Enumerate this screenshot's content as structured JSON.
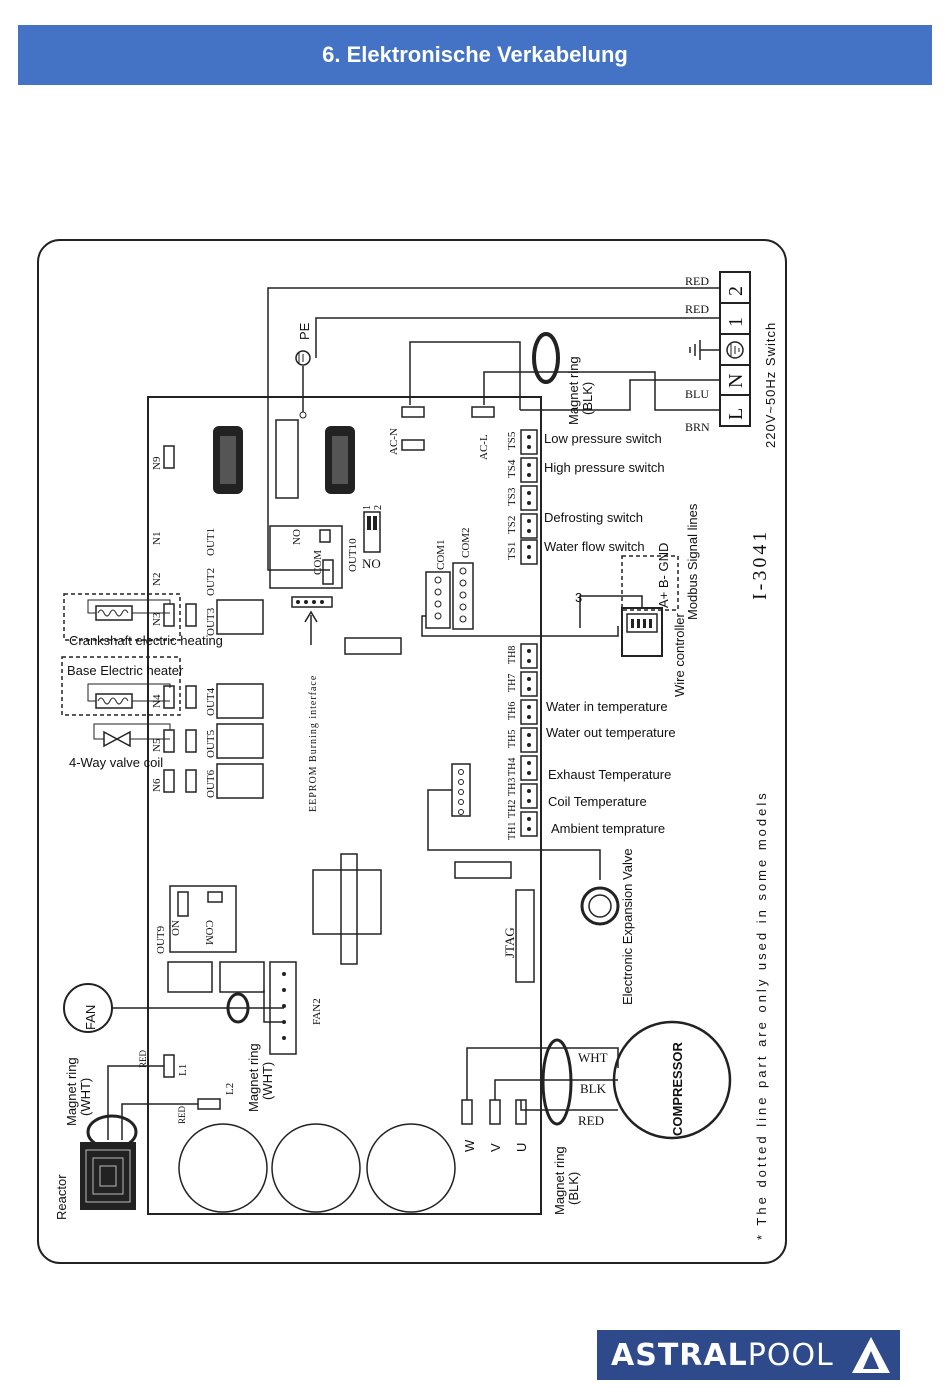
{
  "header": {
    "title": "6. Elektronische Verkabelung"
  },
  "power": {
    "supply": "220V~50Hz Switch",
    "terminal_l": "L",
    "terminal_n": "N",
    "terminal_1": "1",
    "terminal_2": "2",
    "wire_red1": "RED",
    "wire_red2": "RED",
    "wire_blu": "BLU",
    "wire_brn": "BRN"
  },
  "board": {
    "pe": "PE",
    "ac_n": "AC-N",
    "ac_l": "AC-L",
    "n9": "N9",
    "n1": "N1",
    "out1": "OUT1",
    "n2": "N2",
    "out2": "OUT2",
    "n3": "N3",
    "out3": "OUT3",
    "n4": "N4",
    "out4": "OUT4",
    "n5": "N5",
    "out5": "OUT5",
    "n6": "N6",
    "out6": "OUT6",
    "out10": "OUT10",
    "out10_no": "NO",
    "dip1": "1",
    "dip2": "2",
    "relay_no": "NO",
    "relay_com": "COM",
    "out9": "OUT9",
    "out9_on": "ON",
    "out9_com": "COM",
    "com1": "COM1",
    "com2": "COM2",
    "eeprom": "EEPROM Burning interface",
    "jtag": "JTAG",
    "fan2": "FAN2",
    "ts5": "TS5",
    "ts4": "TS4",
    "ts3": "TS3",
    "ts2": "TS2",
    "ts1": "TS1",
    "th8": "TH8",
    "th7": "TH7",
    "th6": "TH6",
    "th5": "TH5",
    "th4": "TH4",
    "th3": "TH3",
    "th2": "TH2",
    "th1": "TH1",
    "l1": "L1",
    "l2": "L2",
    "w": "W",
    "v": "V",
    "u": "U"
  },
  "labels": {
    "low_pressure": "Low pressure switch",
    "high_pressure": "High pressure switch",
    "defrosting": "Defrosting switch",
    "water_flow": "Water flow switch",
    "water_in": "Water in temperature",
    "water_out": "Water out temperature",
    "exhaust": "Exhaust Temperature",
    "coil": "Coil Temperature",
    "ambient": "Ambient temprature",
    "crankshaft": "Crankshaft electric heating",
    "base_heater": "Base Electric heater",
    "four_way": "4-Way valve coil",
    "magnet_blk_top": "Magnet ring",
    "magnet_blk_top2": "(BLK)",
    "magnet_wht_fan": "Magnet ring",
    "magnet_wht_fan2": "(WHT)",
    "magnet_wht_reactor": "Magnet ring",
    "magnet_wht_reactor2": "(WHT)",
    "magnet_blk_comp": "Magnet ring",
    "magnet_blk_comp2": "(BLK)",
    "reactor": "Reactor",
    "fan": "FAN",
    "compressor": "COMPRESSOR",
    "wire_controller": "Wire controller",
    "modbus": "Modbus Signal lines",
    "abgnd": "A+ B- GND",
    "wire_three": "3",
    "exp_valve": "Electronic Expansion Valve",
    "wht": "WHT",
    "blk": "BLK",
    "red": "RED",
    "red_l1": "RED",
    "red_l2": "RED",
    "model": "I-3041",
    "note": "* The dotted line part are only used in some models"
  },
  "logo": {
    "part1": "ASTRAL",
    "part2": "POOL"
  },
  "colors": {
    "header": "#4472c4",
    "logo": "#2f4a8a"
  }
}
